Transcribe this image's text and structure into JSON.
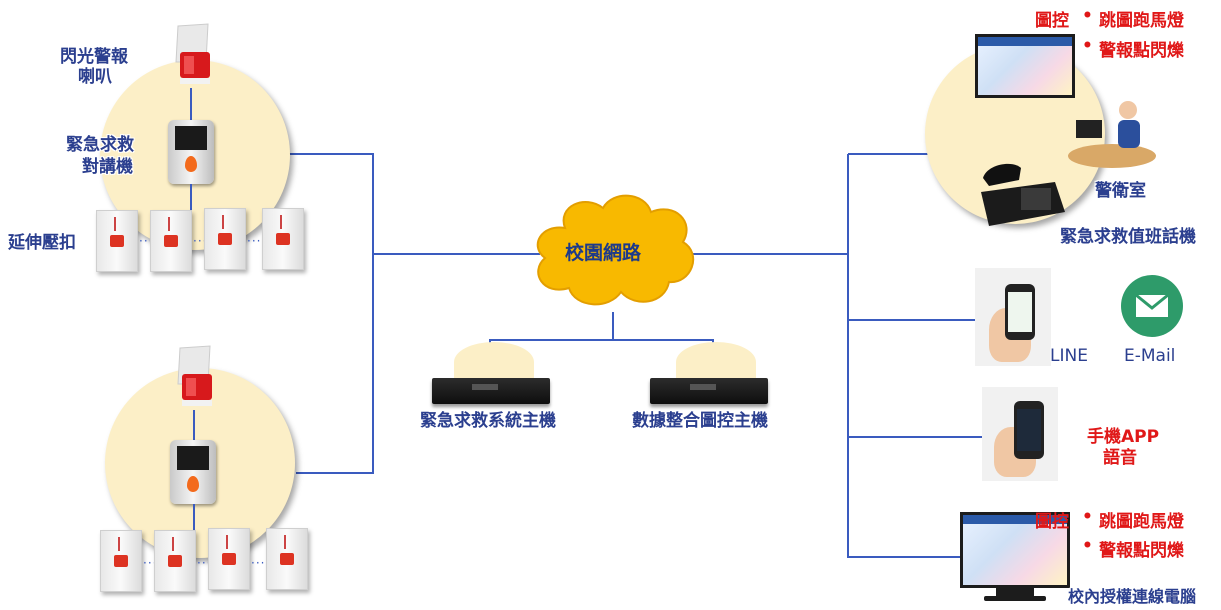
{
  "network": {
    "label": "校園網路"
  },
  "left_top": {
    "siren_label_1": "閃光警報",
    "siren_label_2": "喇叭",
    "intercom_label_1": "緊急求救",
    "intercom_label_2": "對講機",
    "extension_label": "延伸壓扣"
  },
  "hosts": {
    "emergency_host": "緊急求救系統主機",
    "data_host": "數據整合圖控主機"
  },
  "guard_room": {
    "map_control": "圖控",
    "bullet": "•",
    "feature_1": "跳圖跑馬燈",
    "feature_2": "警報點閃爍",
    "room_label": "警衛室",
    "phone_label": "緊急求救值班話機"
  },
  "notify": {
    "line_label": "LINE",
    "email_label": "E-Mail",
    "app_label_1": "手機APP",
    "app_label_2": "語音"
  },
  "campus_pc": {
    "map_control": "圖控",
    "bullet": "•",
    "feature_1": "跳圖跑馬燈",
    "feature_2": "警報點閃爍",
    "pc_label": "校內授權連線電腦"
  },
  "colors": {
    "line": "#3a5bbf",
    "cloud": "#f8b900",
    "circle": "#fcefc7",
    "label_blue": "#2b3f8f",
    "label_red": "#e01818",
    "email_green": "#2e9b6a"
  },
  "icons": [
    "siren-icon",
    "intercom-icon",
    "panic-button-icon",
    "server-icon",
    "monitor-icon",
    "operator-icon",
    "desk-phone-icon",
    "smartphone-icon",
    "envelope-icon"
  ]
}
